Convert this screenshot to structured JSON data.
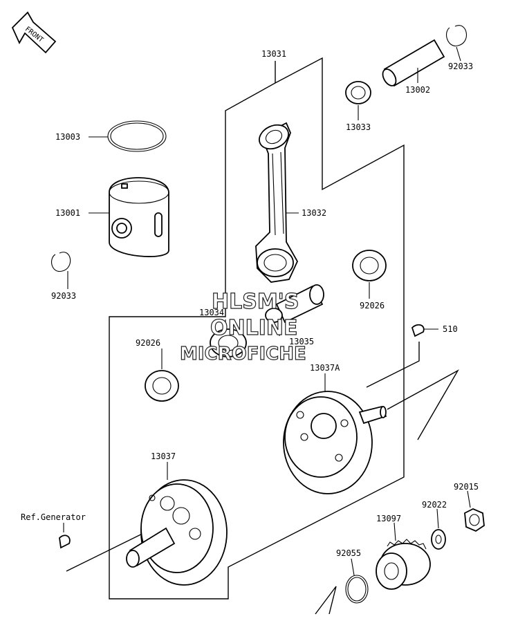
{
  "front_label": "FRONT",
  "watermark": [
    "HLSM'S",
    "ONLINE",
    "MICROFICHE"
  ],
  "parts": {
    "p13031": "13031",
    "p13002": "13002",
    "p92033_top": "92033",
    "p13033": "13033",
    "p13003": "13003",
    "p13001": "13001",
    "p13032": "13032",
    "p92033_left": "92033",
    "p92026_right": "92026",
    "p13034": "13034",
    "p13035": "13035",
    "p510": "510",
    "p92026_left": "92026",
    "p13037A": "13037A",
    "p13037": "13037",
    "p92015": "92015",
    "p92022": "92022",
    "ref_generator": "Ref.Generator",
    "p13097": "13097",
    "p92055": "92055"
  },
  "colors": {
    "line": "#000000",
    "background": "#ffffff"
  }
}
